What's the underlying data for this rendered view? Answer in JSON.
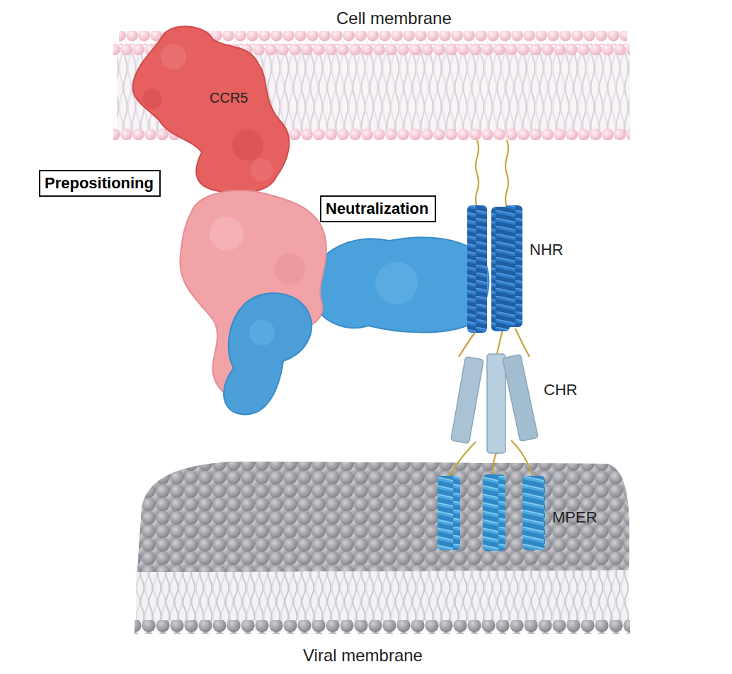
{
  "diagram": {
    "nodes": [
      {
        "text": [
          "Prepositioning"
        ]
      },
      {
        "text": [
          "Neutralization"
        ]
      }
    ],
    "labels": [
      "Cell membrane",
      "CCR5",
      "NHR",
      "CHR",
      "MPER",
      "Viral membrane"
    ]
  }
}
